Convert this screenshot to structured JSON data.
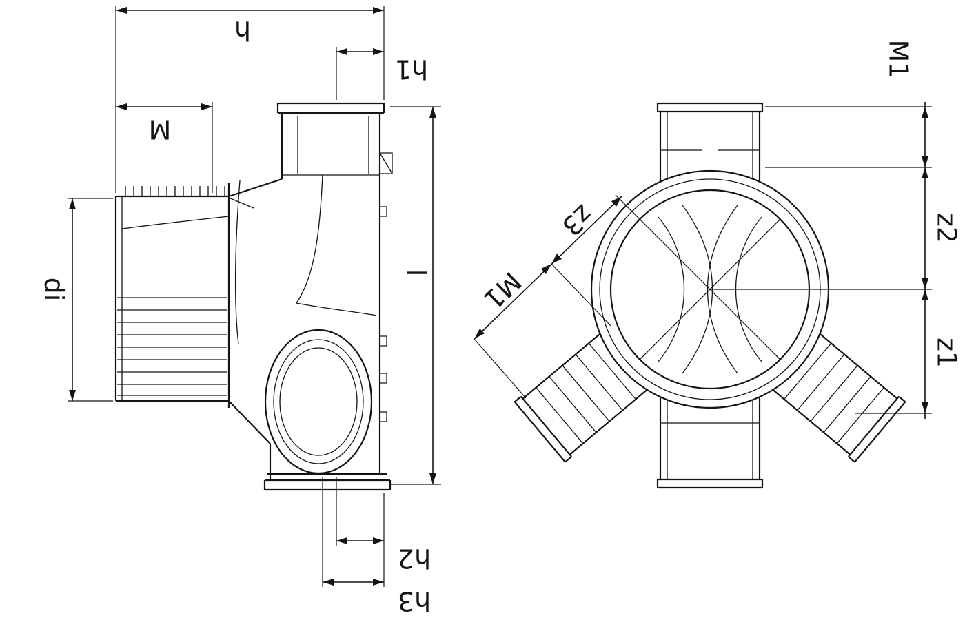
{
  "page": {
    "background": "#ffffff",
    "line_color": "#141414"
  },
  "side_view": {
    "dims": {
      "h": "h",
      "h1": "h1",
      "M": "M",
      "di": "di",
      "l": "l",
      "h2": "h2",
      "h3": "h3"
    }
  },
  "front_view": {
    "dims": {
      "M1_top": "M1",
      "z2": "z2",
      "z1": "z1",
      "z3": "z3",
      "M1_diag": "M1"
    }
  }
}
